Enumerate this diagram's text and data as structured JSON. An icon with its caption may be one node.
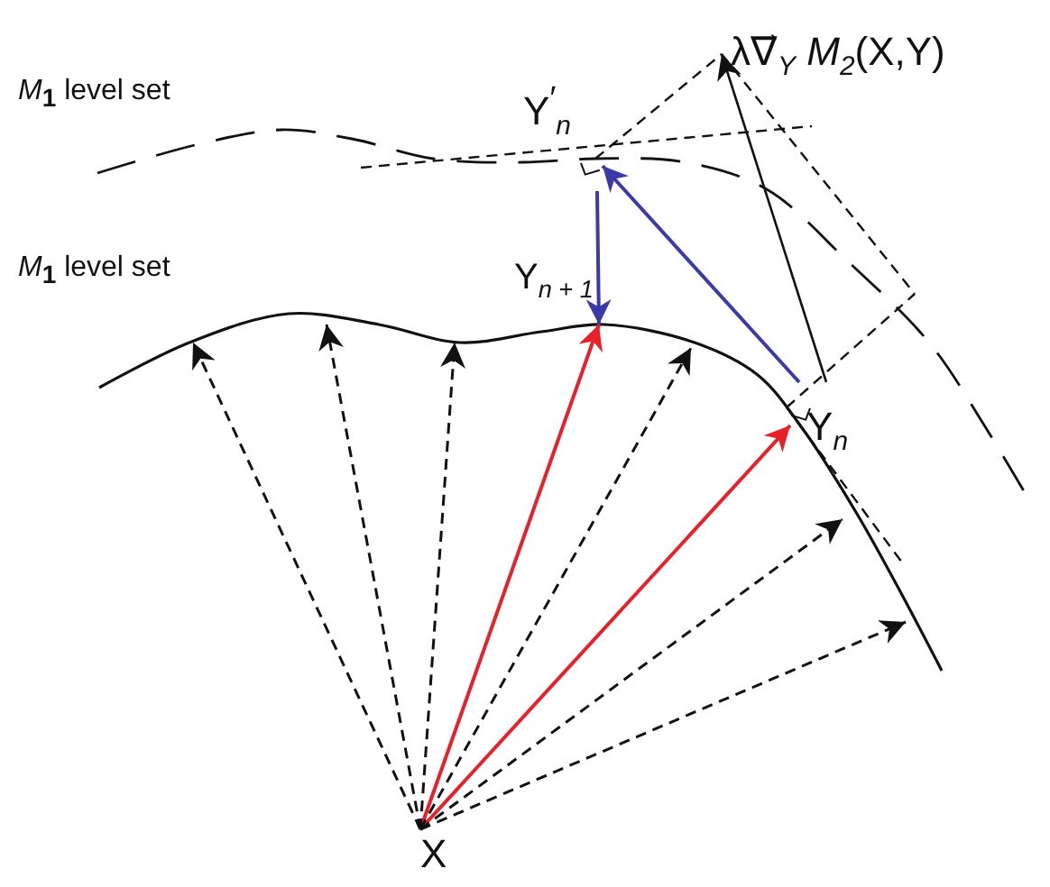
{
  "diagram": {
    "nodes": [
      {
        "text": [
          "X"
        ]
      },
      {
        "text": [
          "Y$_{n + 1}$"
        ]
      },
      {
        "text": [
          "Y$^{′}$$_{n}$"
        ]
      },
      {
        "text": [
          "Y$_{n}$"
        ]
      },
      {
        "text": [
          "λ∇⃗$_{Y}$ *M*$_{2}$(X,Y)"
        ]
      }
    ],
    "edges": [
      {
        "from": 0,
        "to": 1,
        "arrow": "to",
        "color": "#e8202a"
      },
      {
        "from": 0,
        "to": 3,
        "arrow": "to",
        "color": "#e8202a"
      },
      {
        "from": 3,
        "to": 2,
        "arrow": "to",
        "color": "#3a3aa8"
      },
      {
        "from": 2,
        "to": 1,
        "arrow": "to",
        "color": "#3a3aa8"
      },
      {
        "from": 3,
        "to": 4,
        "arrow": "to"
      },
      {
        "from": 0,
        "to": null,
        "arrow": "to",
        "style": "dashed"
      },
      {
        "from": 0,
        "to": null,
        "arrow": "to",
        "style": "dashed"
      },
      {
        "from": 0,
        "to": null,
        "arrow": "to",
        "style": "dashed"
      },
      {
        "from": 0,
        "to": null,
        "arrow": "to",
        "style": "dashed"
      },
      {
        "from": 0,
        "to": null,
        "arrow": "to",
        "style": "dashed"
      },
      {
        "from": 0,
        "to": null,
        "arrow": "to",
        "style": "dashed"
      }
    ],
    "labels": [
      "*M*$_{1}$ level set",
      "*M*$_{1}$ level set"
    ]
  }
}
